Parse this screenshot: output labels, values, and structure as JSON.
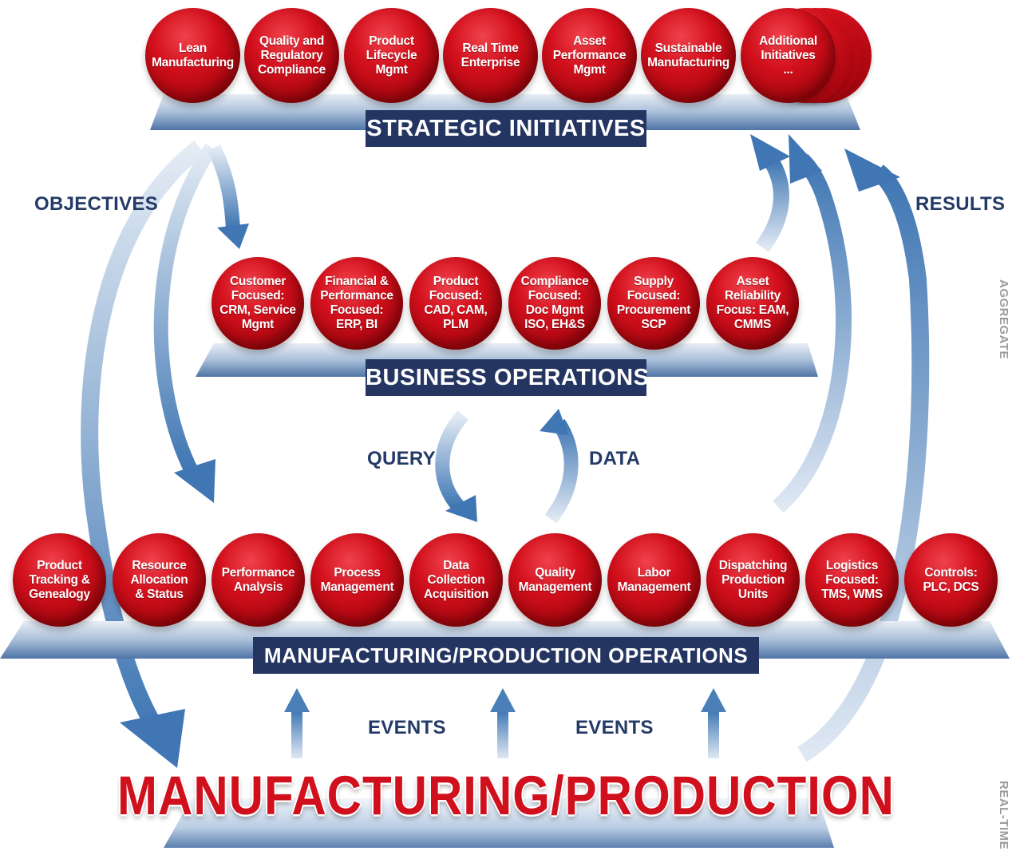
{
  "strategic": {
    "banner": "STRATEGIC INITIATIVES",
    "items": [
      {
        "label": "Lean\nManufacturing"
      },
      {
        "label": "Quality and\nRegulatory\nCompliance"
      },
      {
        "label": "Product\nLifecycle\nMgmt"
      },
      {
        "label": "Real Time\nEnterprise"
      },
      {
        "label": "Asset\nPerformance\nMgmt"
      },
      {
        "label": "Sustainable\nManufacturing"
      },
      {
        "label": "Additional\nInitiatives\n..."
      }
    ]
  },
  "business": {
    "banner": "BUSINESS OPERATIONS",
    "items": [
      {
        "label": "Customer\nFocused:\nCRM, Service\nMgmt"
      },
      {
        "label": "Financial &\nPerformance\nFocused:\nERP, BI"
      },
      {
        "label": "Product\nFocused:\nCAD, CAM,\nPLM"
      },
      {
        "label": "Compliance\nFocused:\nDoc Mgmt\nISO, EH&S"
      },
      {
        "label": "Supply\nFocused:\nProcurement\nSCP"
      },
      {
        "label": "Asset\nReliability\nFocus: EAM,\nCMMS"
      }
    ]
  },
  "manufacturing": {
    "banner": "MANUFACTURING/PRODUCTION OPERATIONS",
    "items": [
      {
        "label": "Product\nTracking &\nGenealogy"
      },
      {
        "label": "Resource\nAllocation\n& Status"
      },
      {
        "label": "Performance\nAnalysis"
      },
      {
        "label": "Process\nManagement"
      },
      {
        "label": "Data\nCollection\nAcquisition"
      },
      {
        "label": "Quality\nManagement"
      },
      {
        "label": "Labor\nManagement"
      },
      {
        "label": "Dispatching\nProduction\nUnits"
      },
      {
        "label": "Logistics\nFocused:\nTMS, WMS"
      },
      {
        "label": "Controls:\nPLC, DCS"
      }
    ]
  },
  "flow_labels": {
    "objectives": "OBJECTIVES",
    "results": "RESULTS",
    "query": "QUERY",
    "data": "DATA",
    "events_left": "EVENTS",
    "events_right": "EVENTS"
  },
  "side_labels": {
    "aggregate": "AGGREGATE",
    "real_time": "REAL-TIME"
  },
  "title": "MANUFACTURING/PRODUCTION",
  "colors": {
    "circle_red": "#d2101c",
    "banner_navy": "#243562",
    "arrow_blue": "#4a7fb8",
    "title_red": "#d0101c"
  }
}
